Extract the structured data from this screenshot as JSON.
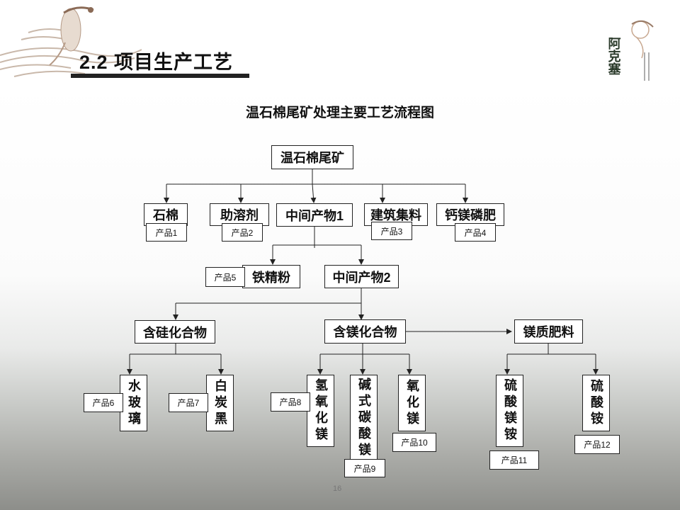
{
  "slide": {
    "heading": "2.2 项目生产工艺",
    "diagram_title": "温石棉尾矿处理主要工艺流程图",
    "page_number": "16",
    "logo_icon": "a-ke-sai-logo",
    "logo_text": "阿克塞"
  },
  "nodes": {
    "root": "温石棉尾矿",
    "asbestos": "石棉",
    "flux": "助溶剂",
    "intermediate1": "中间产物1",
    "building_aggregate": "建筑集料",
    "fertilizer_cmp": "钙镁磷肥",
    "iron_concentrate": "铁精粉",
    "intermediate2": "中间产物2",
    "silicon_compounds": "含硅化合物",
    "magnesium_compounds": "含镁化合物",
    "magnesium_fertilizer": "镁质肥料",
    "water_glass": "水玻璃",
    "white_carbon_black": "白炭黑",
    "magnesium_hydroxide": "氢氧化镁",
    "basic_magnesium_carbonate": "碱式碳酸镁",
    "magnesium_oxide": "氧化镁",
    "magnesium_ammonium_sulfate": "硫酸镁铵",
    "ammonium_sulfate": "硫酸铵"
  },
  "tags": {
    "p1": "产品1",
    "p2": "产品2",
    "p3": "产品3",
    "p4": "产品4",
    "p5": "产品5",
    "p6": "产品6",
    "p7": "产品7",
    "p8": "产品8",
    "p9": "产品9",
    "p10": "产品10",
    "p11": "产品11",
    "p12": "产品12"
  }
}
